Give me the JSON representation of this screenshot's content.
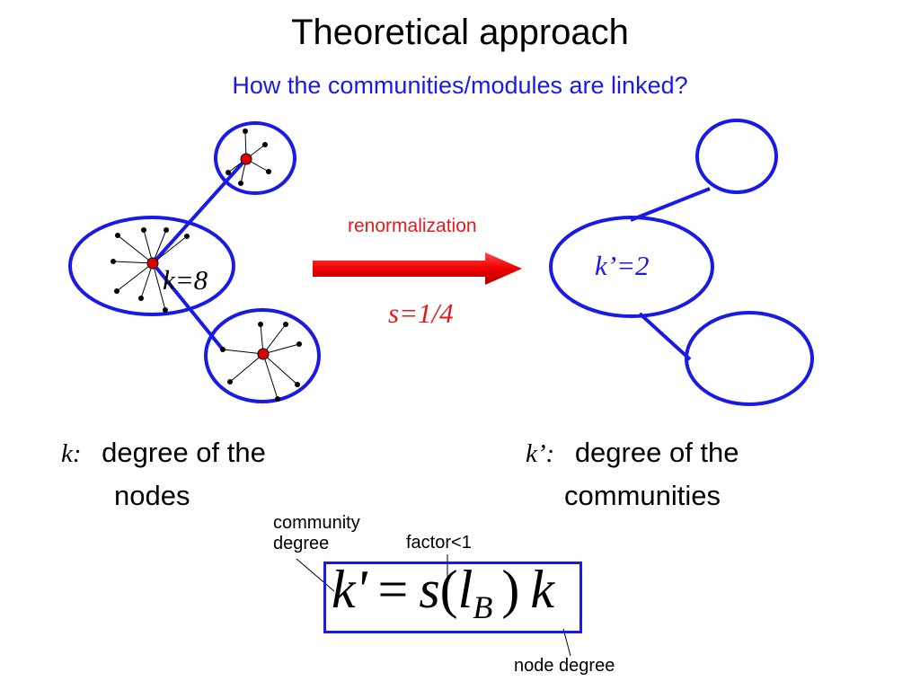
{
  "slide": {
    "title": "Theoretical approach",
    "subtitle": "How the communities/modules are linked?"
  },
  "diagram": {
    "renormalization_label": "renormalization",
    "scale_label": "s=1/4",
    "node_degree_label": "k=8",
    "community_degree_label": "k’=2",
    "left_caption": {
      "symbol": "k:",
      "line1": "degree of the",
      "line2": "nodes"
    },
    "right_caption": {
      "symbol": "k’:",
      "line1": "degree of the",
      "line2": "communities"
    }
  },
  "formula": {
    "lhs": "k'",
    "equals": "=",
    "s": "s",
    "open": "(",
    "l": "l",
    "sub": "B",
    "close": ")",
    "k": "k"
  },
  "annotations": {
    "community_degree": {
      "line1": "community",
      "line2": "degree"
    },
    "factor": "factor<1",
    "node_degree": "node degree"
  },
  "colors": {
    "blue": "#1a1ae6",
    "red": "#e61a1a",
    "node_red": "#dd0000"
  }
}
